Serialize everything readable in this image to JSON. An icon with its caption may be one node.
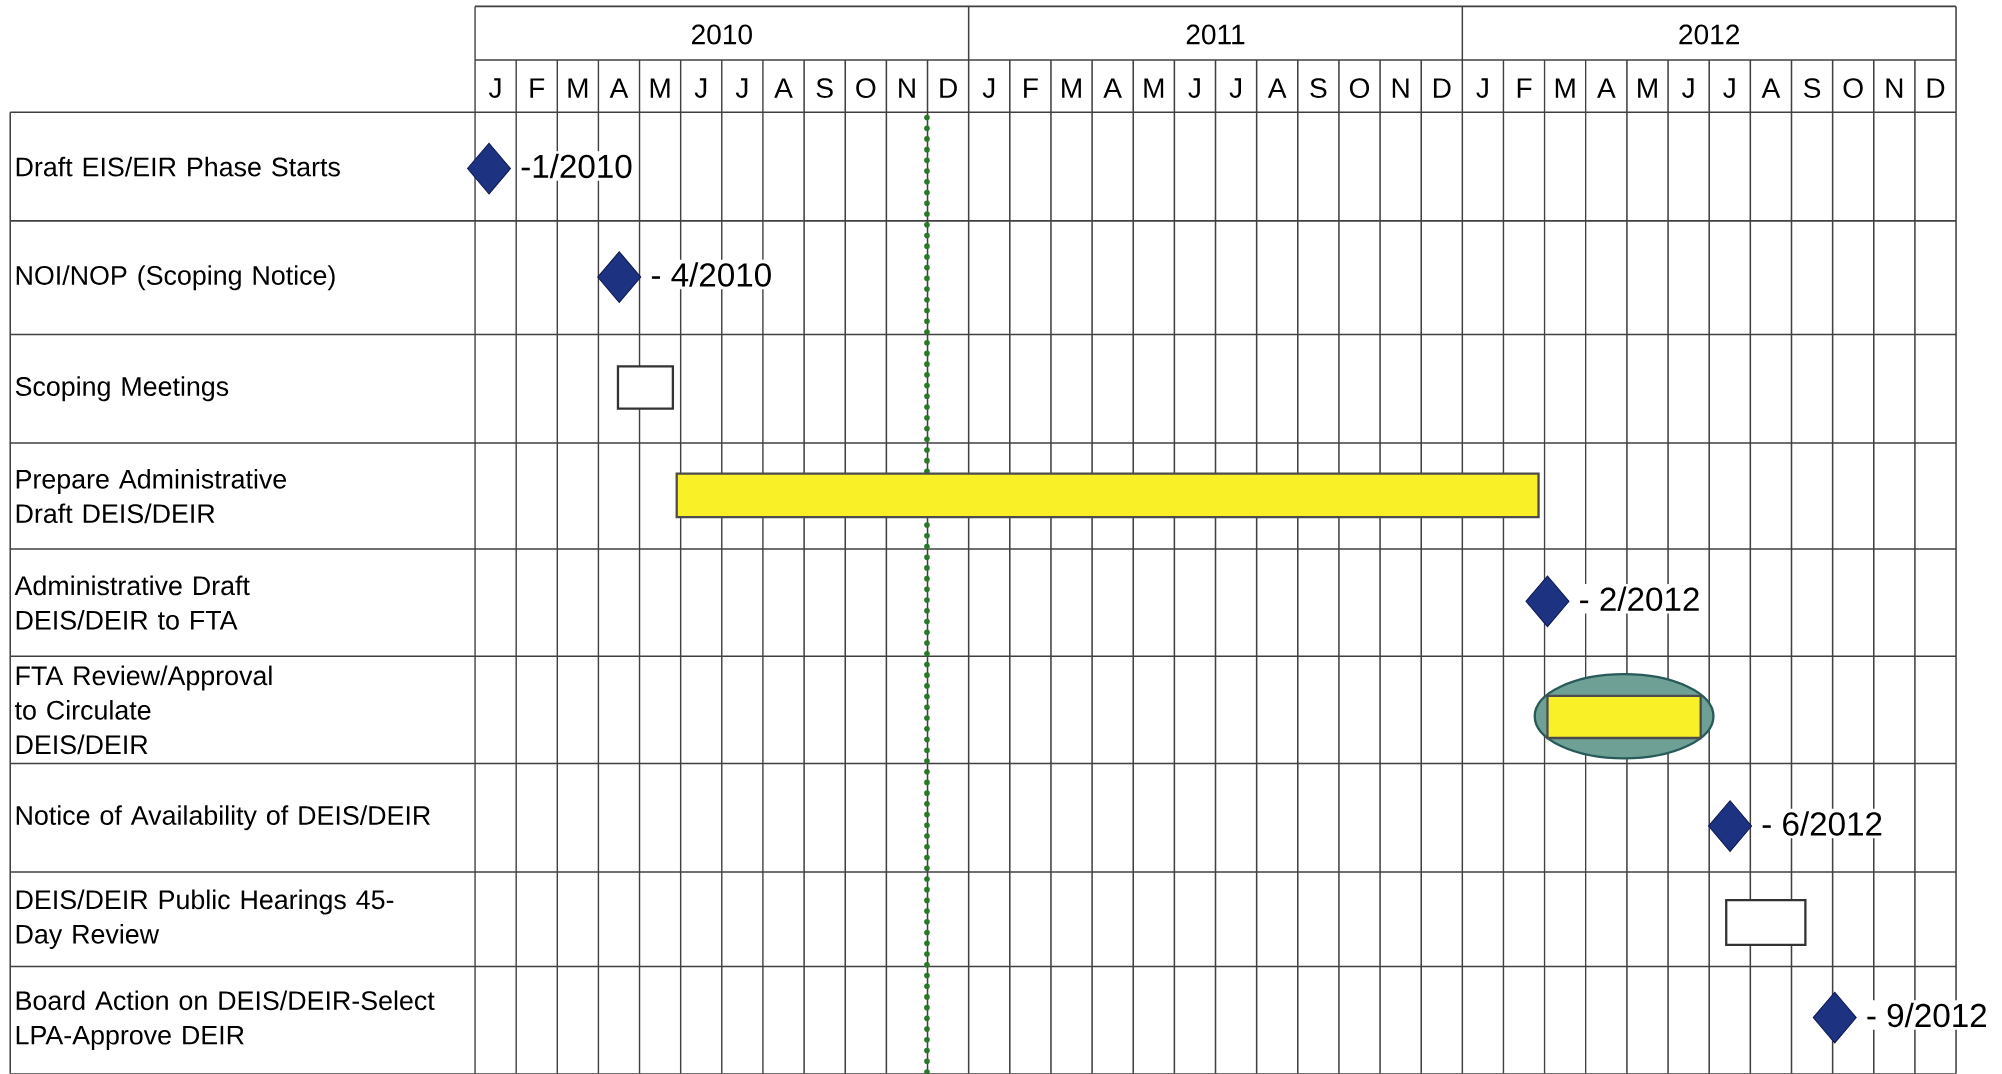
{
  "diagram": {
    "nodes": [
      {
        "text": [],
        "shape": "diamond",
        "beside": [
          "-1/2010"
        ]
      },
      {
        "text": [],
        "shape": "diamond",
        "beside": [
          "- 4/2010"
        ]
      },
      {
        "text": [],
        "shape": "box"
      },
      {
        "text": [],
        "shape": "bar"
      },
      {
        "text": [],
        "shape": "diamond",
        "beside": [
          "- 2/2012"
        ]
      },
      {
        "text": [],
        "shape": "ellipse"
      },
      {
        "text": [],
        "shape": "bar",
        "in": 5
      },
      {
        "text": [],
        "shape": "diamond",
        "beside": [
          "- 6/2012"
        ]
      },
      {
        "text": [],
        "shape": "box"
      },
      {
        "text": [],
        "shape": "diamond",
        "beside": [
          "- 9/2012"
        ]
      }
    ],
    "labels": [
      "2010",
      "2011",
      "2012",
      "J",
      "F",
      "M",
      "A",
      "M",
      "J",
      "J",
      "A",
      "S",
      "O",
      "N",
      "D",
      "J",
      "F",
      "M",
      "A",
      "M",
      "J",
      "J",
      "A",
      "S",
      "O",
      "N",
      "D",
      "J",
      "F",
      "M",
      "A",
      "M",
      "J",
      "J",
      "A",
      "S",
      "O",
      "N",
      "D",
      "Draft EIS/EIR Phase Starts",
      "NOI/NOP (Scoping Notice)",
      "Scoping Meetings",
      "Prepare Administrative Draft DEIS/DEIR",
      "Administrative Draft DEIS/DEIR to FTA",
      "FTA Review/Approval to Circulate DEIS/DEIR",
      "Notice of Availability of DEIS/DEIR",
      "DEIS/DEIR Public Hearings 45-Day Review",
      "Board Action on DEIS/DEIR-Select LPA-Approve DEIR"
    ]
  }
}
